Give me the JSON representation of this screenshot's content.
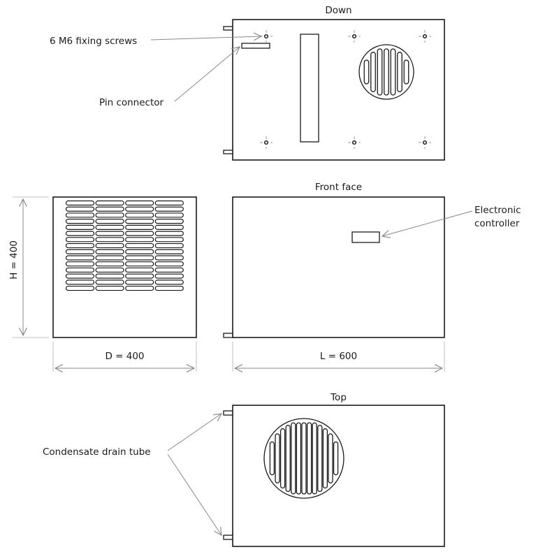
{
  "page": {
    "background": "#ffffff",
    "ink_color": "#1a1a1a",
    "annotation_color": "#8a8a8a"
  },
  "views": {
    "down": {
      "title": "Down"
    },
    "front": {
      "title": "Front face"
    },
    "top": {
      "title": "Top"
    }
  },
  "callouts": {
    "fixing_screws": "6 M6 fixing screws",
    "pin_connector": "Pin connector",
    "electronic_controller": "Electronic controller",
    "condensate_drain_tube": "Condensate drain tube"
  },
  "dimensions": {
    "height": "H = 400",
    "depth": "D = 400",
    "length": "L = 600"
  }
}
